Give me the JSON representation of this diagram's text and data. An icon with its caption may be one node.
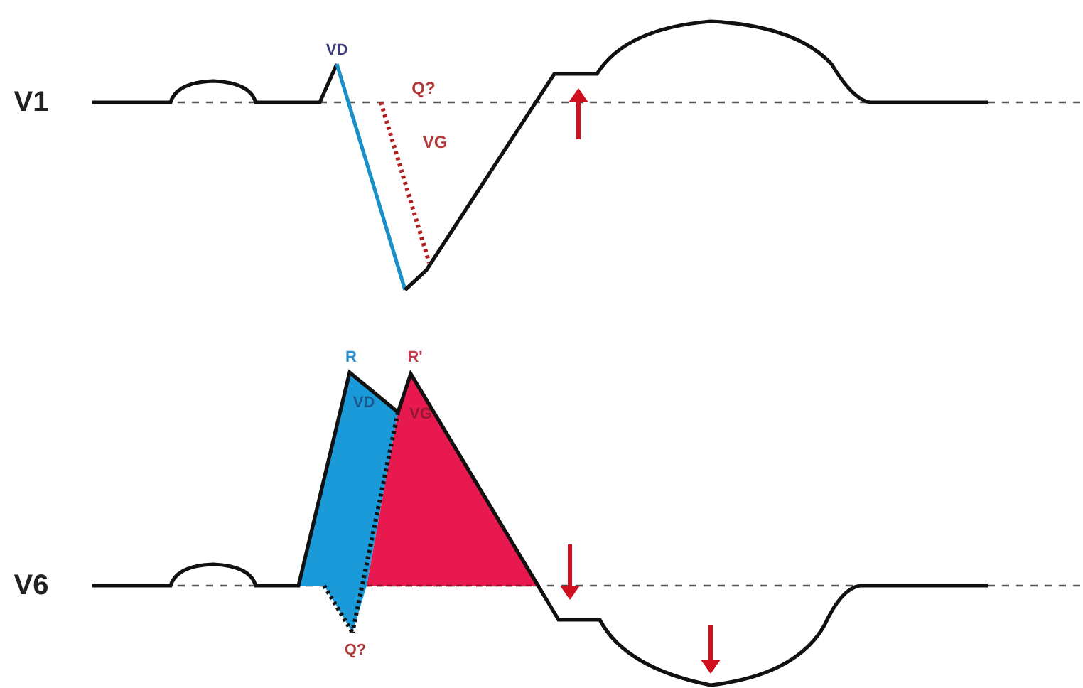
{
  "diagram": {
    "labels": [
      "VD",
      "V1",
      "Q?",
      "VG",
      "R",
      "R'",
      "VD",
      "VG",
      "V6",
      "Q?"
    ]
  }
}
